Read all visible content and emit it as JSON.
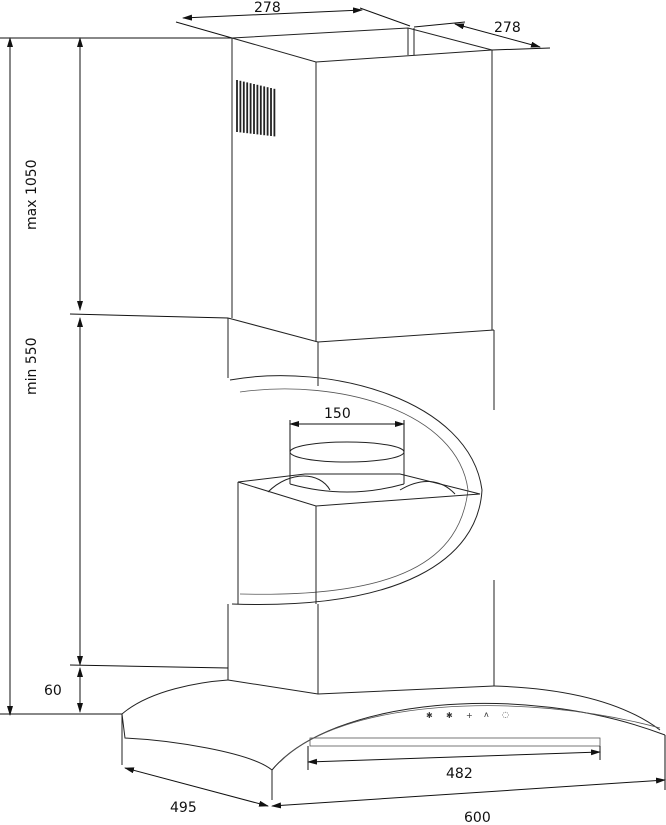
{
  "title": "Cooker hood dimensions",
  "dimensions": {
    "chimney_width": "278",
    "chimney_depth": "278",
    "max_height": "max 1050",
    "min_height": "min 550",
    "outlet_diameter": "150",
    "canopy_height": "60",
    "canopy_depth": "495",
    "canopy_width": "600",
    "filter_width": "482"
  },
  "colors": {
    "line": "#222222",
    "background": "#ffffff"
  }
}
